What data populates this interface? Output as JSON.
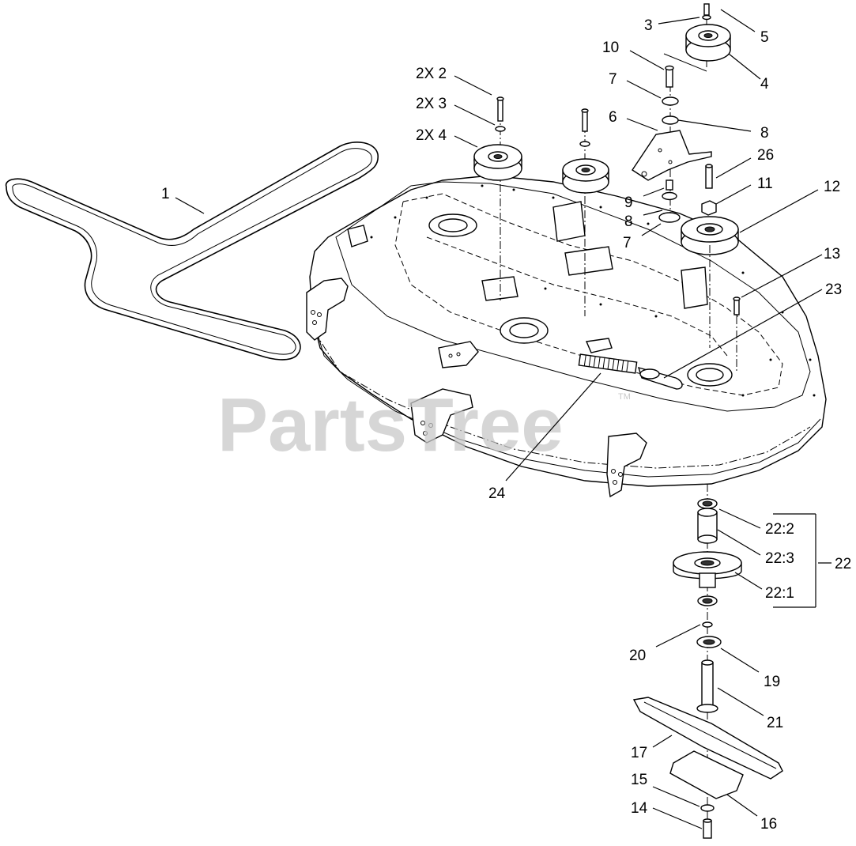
{
  "watermark": {
    "text": "PartsTree",
    "trademark": "TM"
  },
  "callouts": {
    "belt": "1",
    "bolt_2x": "2X 2",
    "washer_2x": "2X 3",
    "idler_2x": "2X 4",
    "washer_top": "3",
    "idler_top": "4",
    "bolt_top": "5",
    "idler_arm": "6",
    "spacer_upper": "7",
    "spacer_lower": "7",
    "washer_upper": "8",
    "washer_lower": "8",
    "bushing": "9",
    "bolt_arm": "10",
    "nut": "11",
    "spindle_pulley": "12",
    "bolt_deck": "13",
    "blade_bolt": "14",
    "blade_washer": "15",
    "blade_plate": "16",
    "blade": "17",
    "spindle_washer": "19",
    "spindle_ring": "20",
    "spindle_shaft": "21",
    "spindle_assembly": "22",
    "bearing": "22:2",
    "spacer_tube": "22:3",
    "spindle_housing": "22:1",
    "spring_rod": "23",
    "spring": "24",
    "pivot_bolt": "26"
  }
}
